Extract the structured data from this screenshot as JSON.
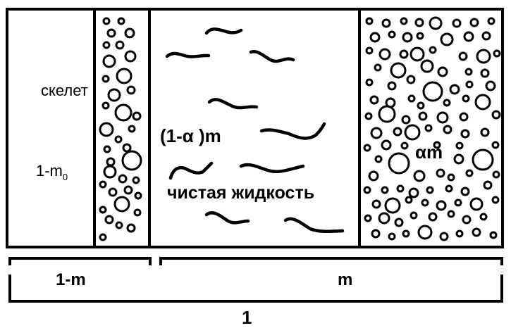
{
  "labels": {
    "skeleton": "скелет",
    "one_minus_m0_base": "1-m",
    "one_minus_m0_sub": "0",
    "one_minus_alpha_m": "(1-α )m",
    "pure_liquid": "чистая жидкость",
    "alpha_m": "αm",
    "bracket_one_minus_m": "1-m",
    "bracket_m": "m",
    "bracket_total": "1"
  },
  "colors": {
    "stroke": "#000000",
    "background": "#ffffff"
  }
}
